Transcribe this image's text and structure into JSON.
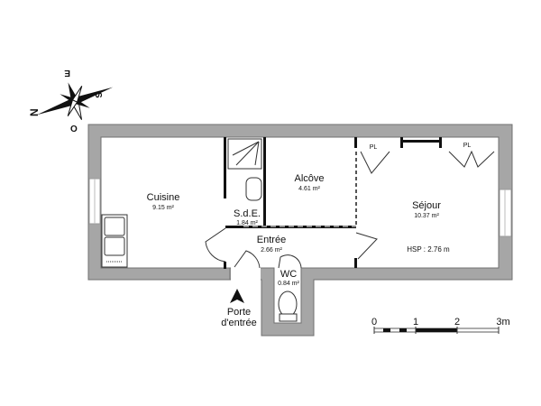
{
  "compass": {
    "north": "N",
    "east": "E",
    "south": "S",
    "west": "O"
  },
  "rooms": [
    {
      "name": "Cuisine",
      "area": "9.15 m²"
    },
    {
      "name": "S.d.E.",
      "area": "1.84 m²"
    },
    {
      "name": "Alcôve",
      "area": "4.61 m²"
    },
    {
      "name": "Entrée",
      "area": "2.66 m²"
    },
    {
      "name": "WC",
      "area": "0.84 m²"
    },
    {
      "name": "Séjour",
      "area": "10.37 m²"
    }
  ],
  "closets": [
    "PL",
    "PL"
  ],
  "ceiling_height": "HSP : 2.76 m",
  "entrance": {
    "line1": "Porte",
    "line2": "d'entrée"
  },
  "scale": {
    "ticks": [
      "0",
      "1",
      "2",
      "3m"
    ]
  },
  "colors": {
    "wall": "#a6a6a6",
    "wall_edge": "#6e6e6e"
  }
}
